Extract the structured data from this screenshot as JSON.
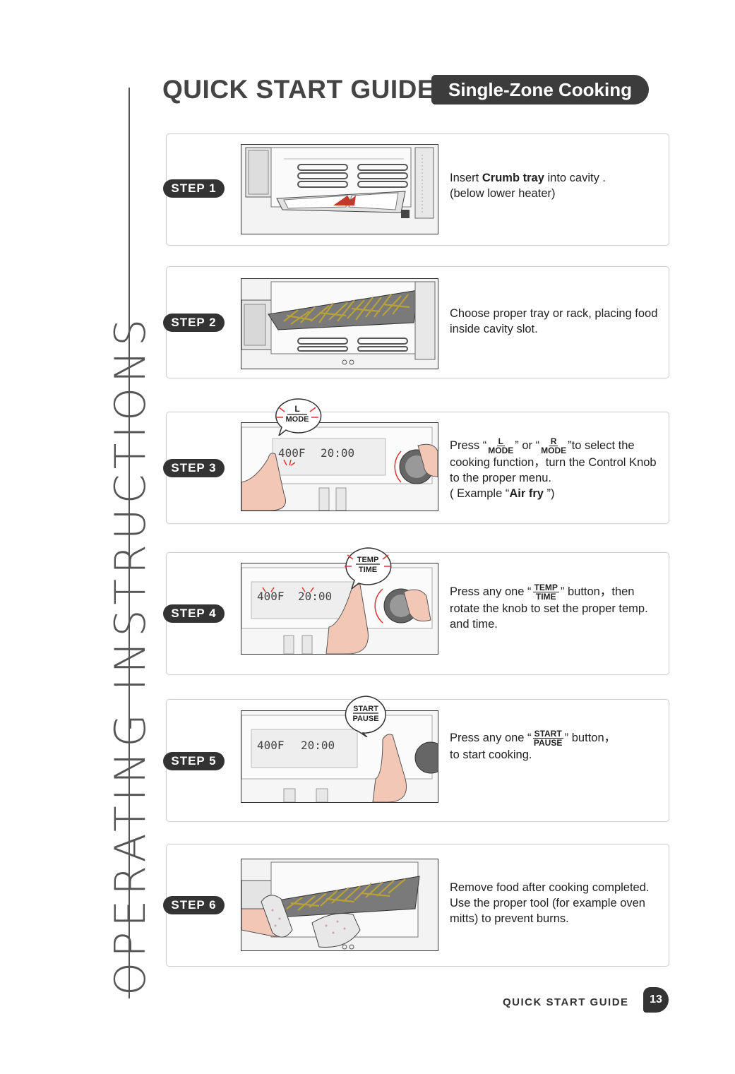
{
  "sidebar": {
    "title": "OPERATING INSTRUCTIONS"
  },
  "header": {
    "title": "QUICK START GUIDE",
    "badge": "Single-Zone Cooking"
  },
  "steps": [
    {
      "label": "STEP 1",
      "text_a": "Insert ",
      "text_bold": "Crumb tray",
      "text_b": " into cavity .",
      "text_c": "(below lower heater)"
    },
    {
      "label": "STEP 2",
      "text": "Choose proper tray or rack, placing food inside cavity slot."
    },
    {
      "label": "STEP 3",
      "text_a": "Press “",
      "mode_l_top": "L",
      "mode_l_bottom": "MODE",
      "text_b": "” or “",
      "mode_r_top": "R",
      "mode_r_bottom": "MODE",
      "text_c": "”to select the cooking function，turn the Control Knob to the proper menu.",
      "text_d": "( Example “",
      "text_bold": "Air fry",
      "text_e": " ”)",
      "bubble_top": "L",
      "bubble_bottom": "MODE"
    },
    {
      "label": "STEP 4",
      "text_a": "Press any one “",
      "btn_top": "TEMP",
      "btn_bottom": "TIME",
      "text_b": "” button，then rotate the knob to set the proper temp. and time.",
      "bubble_top": "TEMP",
      "bubble_bottom": "TIME"
    },
    {
      "label": "STEP 5",
      "text_a": "Press any one “",
      "btn_top": "START",
      "btn_bottom": "PAUSE",
      "text_b": "” button，",
      "text_c": "to start cooking.",
      "bubble_top": "START",
      "bubble_bottom": "PAUSE"
    },
    {
      "label": "STEP 6",
      "text": "Remove food after cooking completed. Use the proper tool (for example oven mitts) to prevent burns."
    }
  ],
  "display": {
    "temp": "400F",
    "time": "20:00"
  },
  "footer": {
    "section": "QUICK START GUIDE",
    "page": "13"
  }
}
